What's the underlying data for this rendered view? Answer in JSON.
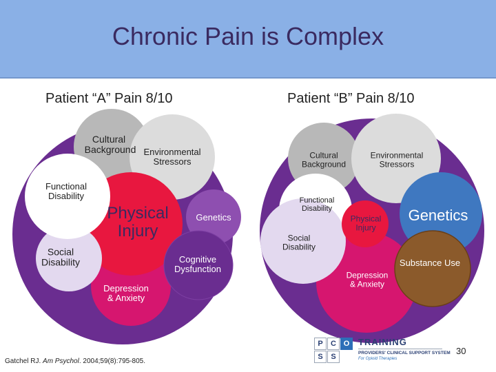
{
  "title": "Chronic Pain is Complex",
  "patient_a": {
    "heading": "Patient “A” Pain 8/10",
    "circles": {
      "cultural_background": "Cultural Background",
      "environmental_stressors": "Environmental Stressors",
      "functional_disability": "Functional Disability",
      "physical_injury": "Physical Injury",
      "genetics": "Genetics",
      "social_disability": "Social Disability",
      "cognitive_dysfunction": "Cognitive Dysfunction",
      "depression_anxiety": "Depression & Anxiety"
    }
  },
  "patient_b": {
    "heading": "Patient “B” Pain 8/10",
    "circles": {
      "cultural_background": "Cultural Background",
      "environmental_stressors": "Environmental Stressors",
      "functional_disability": "Functional Disability",
      "physical_injury": "Physical Injury",
      "genetics": "Genetics",
      "social_disability": "Social Disability",
      "substance_use": "Substance Use",
      "depression_anxiety": "Depression & Anxiety"
    }
  },
  "colors": {
    "outer": "#6a2d90",
    "cultural": "#b8b8b8",
    "environmental": "#dcdcdc",
    "functional": "#ffffff",
    "physical": "#e8173f",
    "genetics": "#8e4fb0",
    "genetics_b": "#3f78c0",
    "social": "#e3d9ef",
    "cognitive": "#6a2d90",
    "depression": "#d6166f",
    "substance": "#8b5a2b"
  },
  "citation": {
    "authors": "Gatchel RJ.",
    "journal": "Am Psychol",
    "details": ". 2004;59(8):795-805."
  },
  "page_number": "30",
  "logo": {
    "letters": [
      "P",
      "C",
      "O",
      "S",
      "S"
    ],
    "brand": "TRAINING",
    "full_name": "PROVIDERS' CLINICAL SUPPORT SYSTEM",
    "tagline": "For Opioid Therapies"
  }
}
